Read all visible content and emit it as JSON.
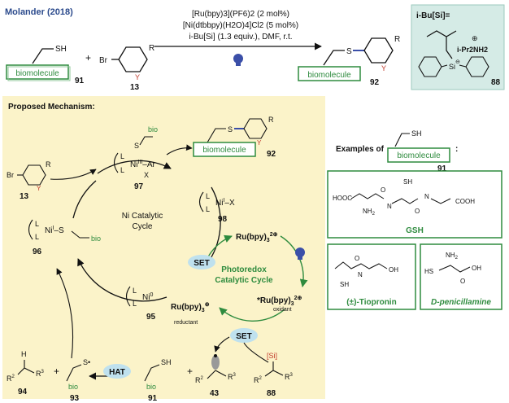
{
  "header": {
    "title": "Molander (2018)"
  },
  "reaction": {
    "conditions": [
      "[Ru(bpy)3](PF6)2 (2 mol%)",
      "[Ni(dtbbpy)(H2O)4]Cl2 (5 mol%)",
      "i-Bu[Si] (1.3 equiv.), DMF, r.t."
    ],
    "substrate_label": "biomolecule",
    "substrate_number": "91",
    "aryl_halide_number": "13",
    "product_number": "92",
    "plus": "+"
  },
  "reagent_box": {
    "title": "i-Bu[Si]=",
    "cation": "i-Pr2NH2",
    "number": "88"
  },
  "mechanism": {
    "title": "Proposed Mechanism:",
    "ni_cycle": "Ni Catalytic Cycle",
    "photo_cycle": "Photoredox Catalytic Cycle",
    "set": "SET",
    "hat": "HAT",
    "reductant": "reductant",
    "oxidant": "oxidant",
    "bio": "bio",
    "numbers": [
      "97",
      "98",
      "96",
      "95",
      "13",
      "94",
      "93",
      "91",
      "43",
      "88",
      "92"
    ]
  },
  "examples": {
    "title": "Examples of",
    "number": "91",
    "gsh": "GSH",
    "tiopronin": "(±)-Tiopronin",
    "penicillamine": "D-penicillamine"
  },
  "colors": {
    "green": "#2e8b3e",
    "panel": "#fbf3c9",
    "teal_box": "#d5ebe6",
    "set_bubble": "#bfe1ee",
    "bulb": "#3b4fa8"
  }
}
